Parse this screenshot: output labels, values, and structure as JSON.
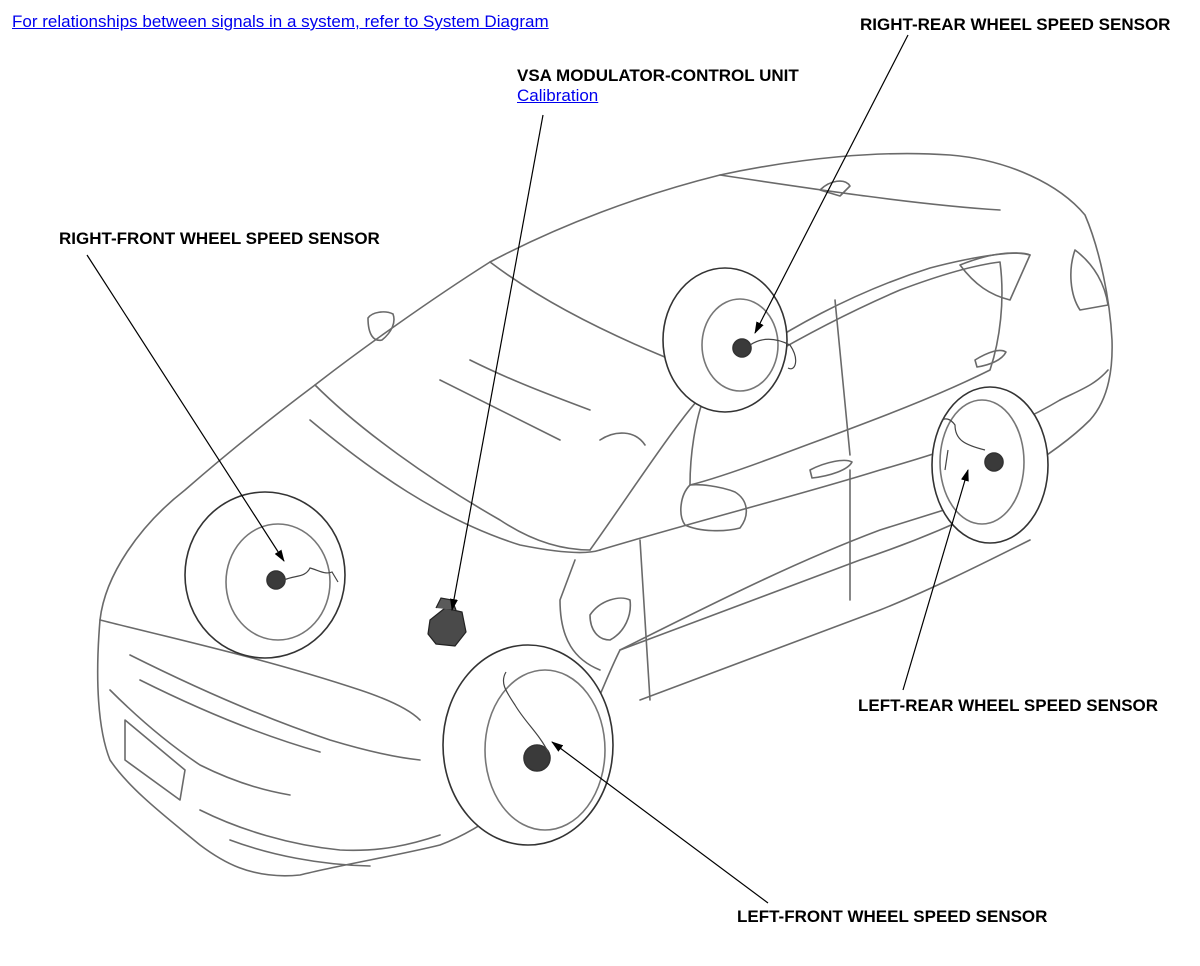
{
  "header": {
    "system_link": "For relationships between signals in a system, refer to System Diagram"
  },
  "callouts": {
    "vsa_unit": "VSA MODULATOR-CONTROL UNIT",
    "calibration_link": "Calibration",
    "right_front": "RIGHT-FRONT WHEEL SPEED SENSOR",
    "right_rear": "RIGHT-REAR WHEEL SPEED SENSOR",
    "left_rear": "LEFT-REAR WHEEL SPEED SENSOR",
    "left_front": "LEFT-FRONT WHEEL SPEED SENSOR"
  },
  "colors": {
    "link": "#0000ee",
    "outline": "#555555",
    "leader": "#000000"
  }
}
